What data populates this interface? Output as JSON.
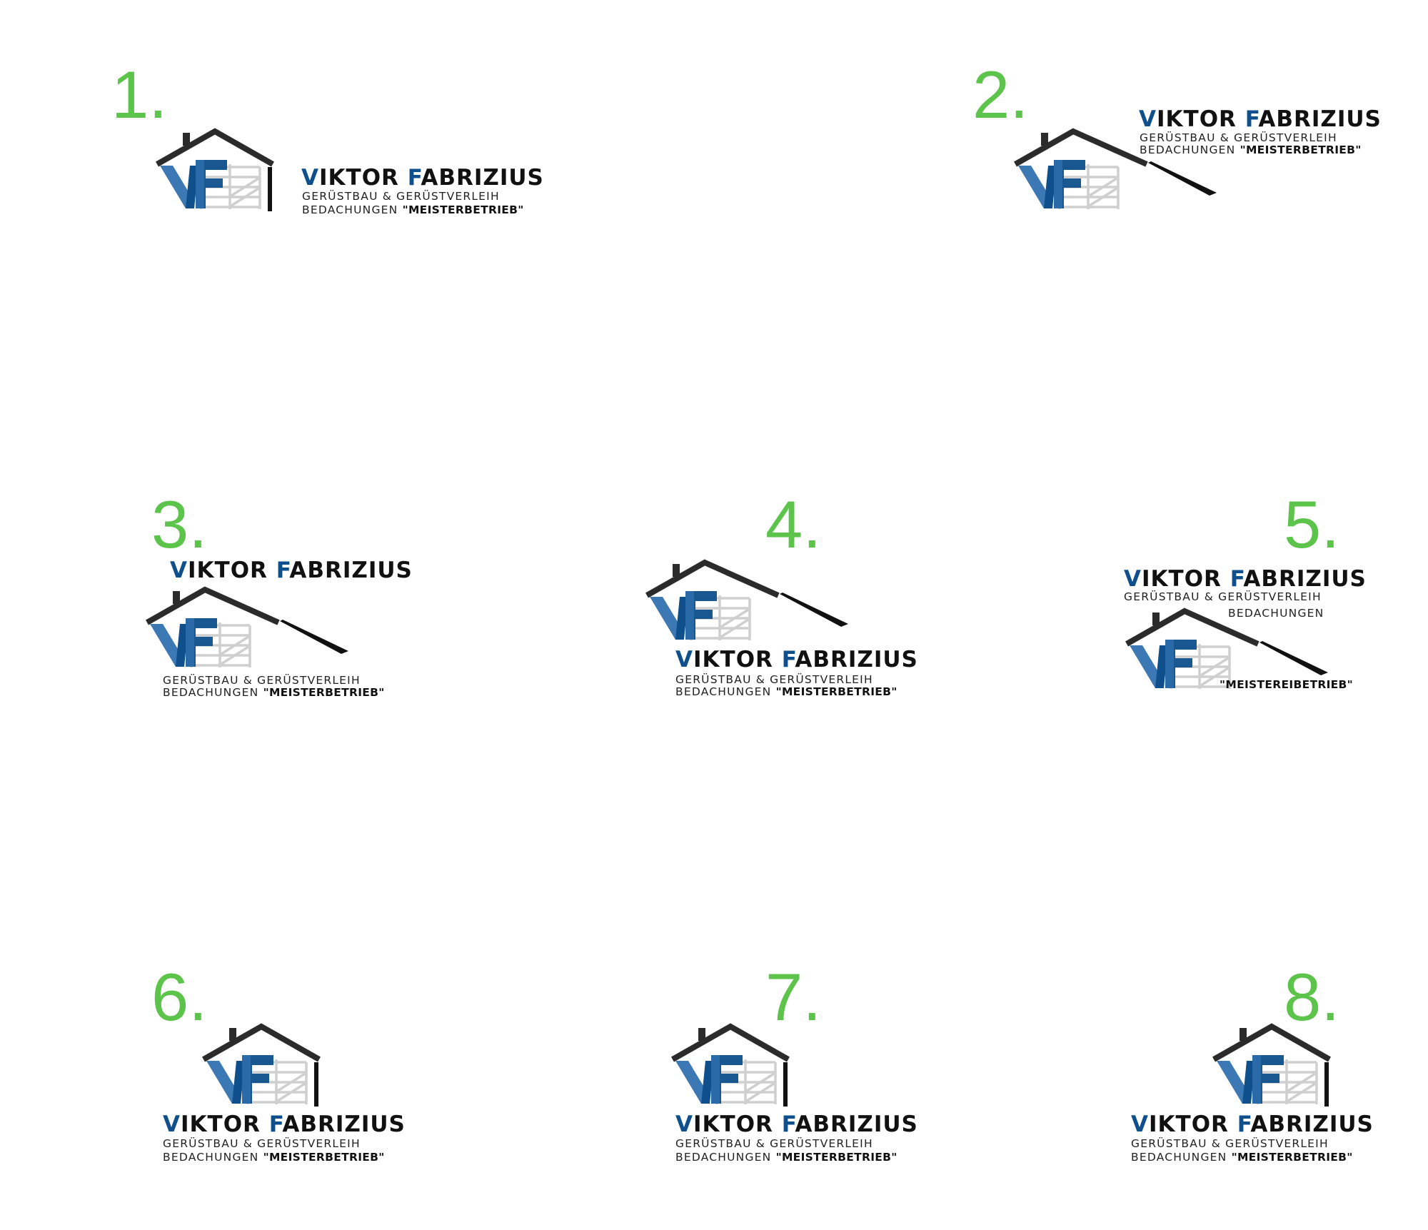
{
  "colors": {
    "number": "#5dc44b",
    "brand_blue": "#0e4f8c",
    "roof": "#2b2b2b",
    "scaffold": "#cfcfcf"
  },
  "icons": [
    "house-roof-icon",
    "vf-monogram-icon",
    "scaffold-icon"
  ],
  "variants": [
    {
      "number": "1.",
      "brand_first_v": "V",
      "brand_mid": "IKTOR ",
      "brand_first_f": "F",
      "brand_rest": "ABRIZIUS",
      "line1": "GERÜSTBAU & GERÜSTVERLEIH",
      "line2_prefix": "BEDACHUNGEN ",
      "line2_bold": "\"MEISTERBETRIEB\""
    },
    {
      "number": "2.",
      "brand_first_v": "V",
      "brand_mid": "IKTOR ",
      "brand_first_f": "F",
      "brand_rest": "ABRIZIUS",
      "line1": "GERÜSTBAU & GERÜSTVERLEIH",
      "line2_prefix": "BEDACHUNGEN ",
      "line2_bold": "\"MEISTERBETRIEB\""
    },
    {
      "number": "3.",
      "brand_first_v": "V",
      "brand_mid": "IKTOR ",
      "brand_first_f": "F",
      "brand_rest": "ABRIZIUS",
      "line1": "GERÜSTBAU & GERÜSTVERLEIH",
      "line2_prefix": "BEDACHUNGEN ",
      "line2_bold": "\"MEISTERBETRIEB\""
    },
    {
      "number": "4.",
      "brand_first_v": "V",
      "brand_mid": "IKTOR ",
      "brand_first_f": "F",
      "brand_rest": "ABRIZIUS",
      "line1": "GERÜSTBAU & GERÜSTVERLEIH",
      "line2_prefix": "BEDACHUNGEN ",
      "line2_bold": "\"MEISTERBETRIEB\""
    },
    {
      "number": "5.",
      "brand_first_v": "V",
      "brand_mid": "IKTOR ",
      "brand_first_f": "F",
      "brand_rest": "ABRIZIUS",
      "line1": "GERÜSTBAU & GERÜSTVERLEIH",
      "line2": "BEDACHUNGEN",
      "line3_bold": "\"MEISTEREIBETRIEB\""
    },
    {
      "number": "6.",
      "brand_first_v": "V",
      "brand_mid": "IKTOR ",
      "brand_first_f": "F",
      "brand_rest": "ABRIZIUS",
      "line1": "GERÜSTBAU & GERÜSTVERLEIH",
      "line2_prefix": "BEDACHUNGEN ",
      "line2_bold": "\"MEISTERBETRIEB\""
    },
    {
      "number": "7.",
      "brand_first_v": "V",
      "brand_mid": "IKTOR ",
      "brand_first_f": "F",
      "brand_rest": "ABRIZIUS",
      "line1": "GERÜSTBAU & GERÜSTVERLEIH",
      "line2_prefix": "BEDACHUNGEN ",
      "line2_bold": "\"MEISTERBETRIEB\""
    },
    {
      "number": "8.",
      "brand_first_v": "V",
      "brand_mid": "IKTOR ",
      "brand_first_f": "F",
      "brand_rest": "ABRIZIUS",
      "line1": "GERÜSTBAU & GERÜSTVERLEIH",
      "line2_prefix": "BEDACHUNGEN ",
      "line2_bold": "\"MEISTERBETRIEB\""
    }
  ]
}
